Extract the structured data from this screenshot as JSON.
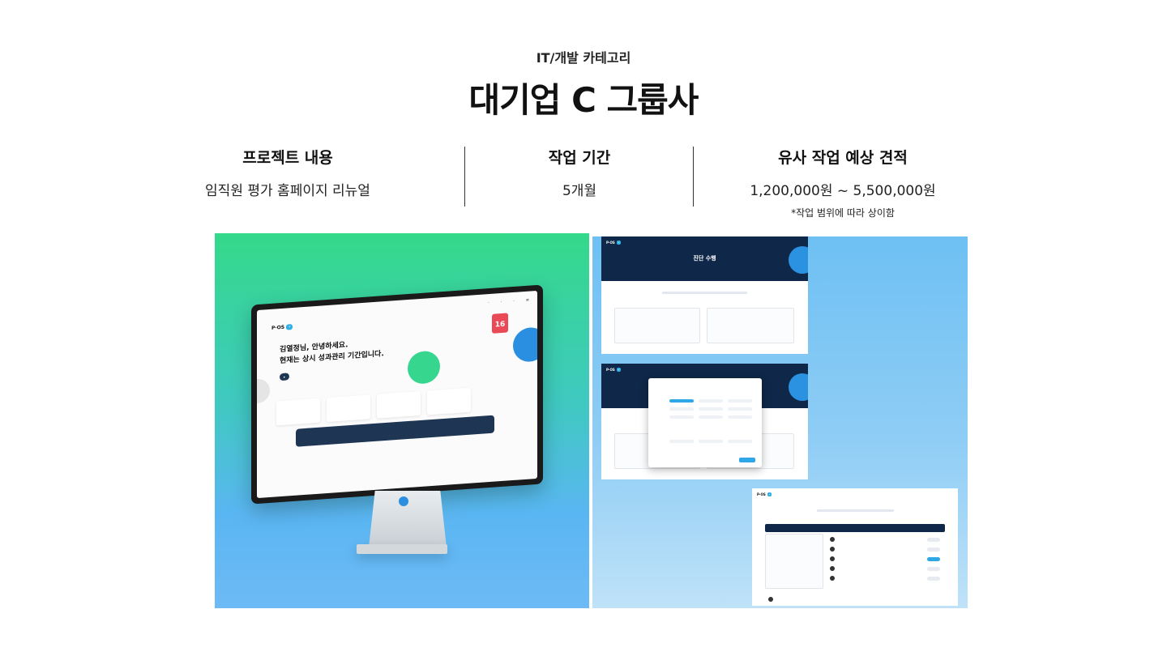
{
  "header": {
    "category": "IT/개발 카테고리",
    "title": "대기업 C 그룹사"
  },
  "info": {
    "project": {
      "heading": "프로젝트 내용",
      "value": "임직원 평가 홈페이지 리뉴얼"
    },
    "period": {
      "heading": "작업 기간",
      "value": "5개월"
    },
    "estimate": {
      "heading": "유사 작업 예상 견적",
      "value": "1,200,000원 ~ 5,500,000원",
      "note": "*작업 범위에 따라 상이함"
    }
  },
  "mock_left": {
    "greeting_line1": "김열정님, 안녕하세요.",
    "greeting_line2": "현재는 상시 성과관리 기간입니다.",
    "calendar_day": "16"
  },
  "mock_right": {
    "screen1_title": "진단 수행"
  },
  "colors": {
    "green": "#34d98a",
    "blue": "#5ab6f2",
    "navy": "#0f2748",
    "accent": "#2fb0e6",
    "calendar_red": "#e94a56"
  }
}
